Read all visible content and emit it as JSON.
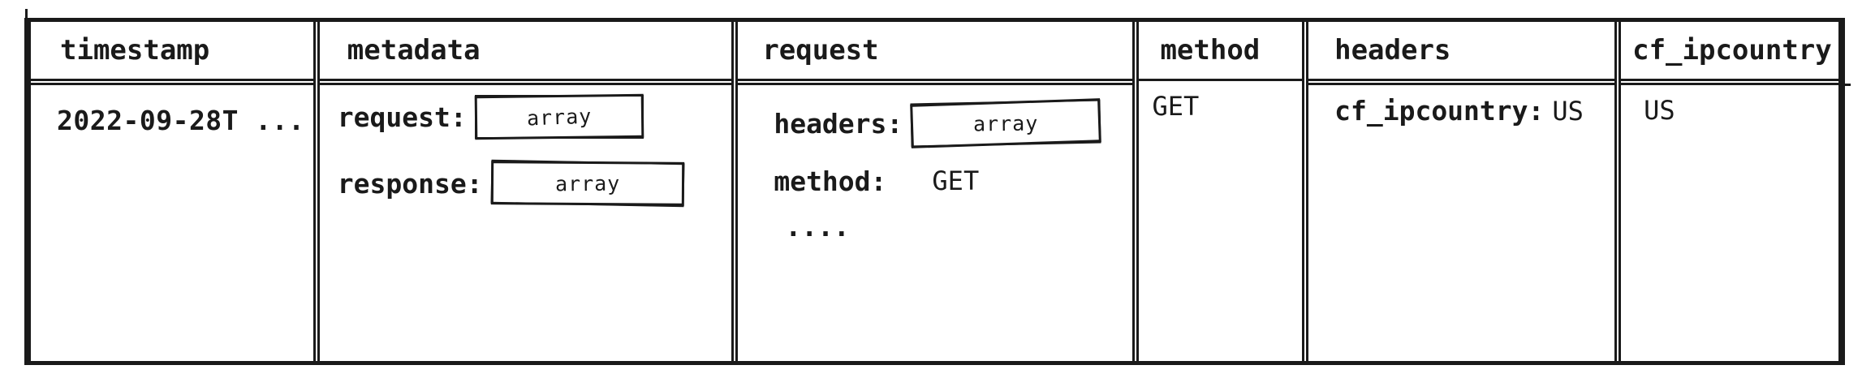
{
  "colors": {
    "stroke": "#1a1a1a",
    "background": "#ffffff"
  },
  "table": {
    "columns": [
      {
        "key": "timestamp",
        "label": "timestamp"
      },
      {
        "key": "metadata",
        "label": "metadata"
      },
      {
        "key": "request",
        "label": "request"
      },
      {
        "key": "method",
        "label": "method"
      },
      {
        "key": "headers",
        "label": "headers"
      },
      {
        "key": "cf_ipcountry",
        "label": "cf_ipcountry"
      }
    ],
    "row": {
      "timestamp": "2022-09-28T ...",
      "metadata": {
        "fields": [
          {
            "label": "request:",
            "value": "array",
            "value_type": "array-chip"
          },
          {
            "label": "response:",
            "value": "array",
            "value_type": "array-chip"
          }
        ]
      },
      "request": {
        "fields": [
          {
            "label": "headers:",
            "value": "array",
            "value_type": "array-chip"
          },
          {
            "label": "method:",
            "value": "GET",
            "value_type": "text"
          }
        ],
        "more_indicator": "...."
      },
      "method": "GET",
      "headers": {
        "label": "cf_ipcountry:",
        "value": "US"
      },
      "cf_ipcountry": "US"
    }
  }
}
